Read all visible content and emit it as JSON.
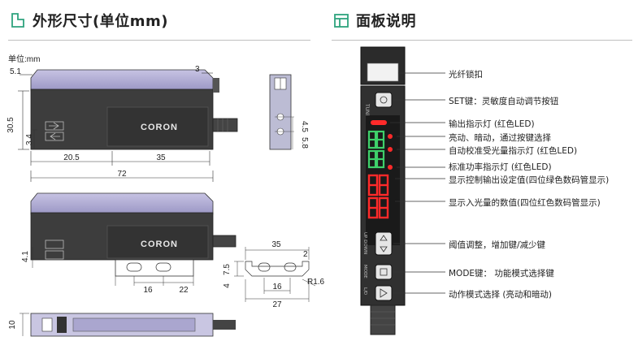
{
  "left_header": {
    "title": "外形尺寸(单位mm)",
    "accent": "#2ea37e"
  },
  "right_header": {
    "title": "面板说明"
  },
  "drawing": {
    "unit_label": "单位:mm",
    "brand": "CORON",
    "dims": {
      "d_5_1": "5.1",
      "d_3": "3",
      "d_30_5": "30.5",
      "d_3_4": "3.4",
      "d_20_5": "20.5",
      "d_35_a": "35",
      "d_72": "72",
      "d_4_5": "4.5",
      "d_5_8": "5.8",
      "d_4_1": "4.1",
      "d_16_a": "16",
      "d_22": "22",
      "d_35_b": "35",
      "d_2": "2",
      "d_7_5": "7.5",
      "d_4": "4",
      "d_16_b": "16",
      "d_27": "27",
      "d_r1_6": "R1.6",
      "d_10": "10"
    }
  },
  "panel": {
    "btn_tune": "TUNE",
    "btn_updown": "UP DOWN",
    "btn_mode": "MODE",
    "btn_lo": "L/D",
    "colors": {
      "green": "#3ed06a",
      "red": "#ff2a2a",
      "body": "#2b2b2b"
    }
  },
  "callouts": [
    "光纤锁扣",
    "SET键：灵敏度自动调节按钮",
    "输出指示灯 (红色LED)",
    "亮动、暗动，通过按键选择",
    "自动校准受光量指示灯 (红色LED)",
    "标准功率指示灯 (红色LED)",
    "显示控制输出设定值(四位绿色数码管显示)",
    "显示入光量的数值(四位红色数码管显示)",
    "阈值调整，增加键/减少键",
    "MODE键： 功能模式选择键",
    "动作模式选择 (亮动和暗动)"
  ]
}
